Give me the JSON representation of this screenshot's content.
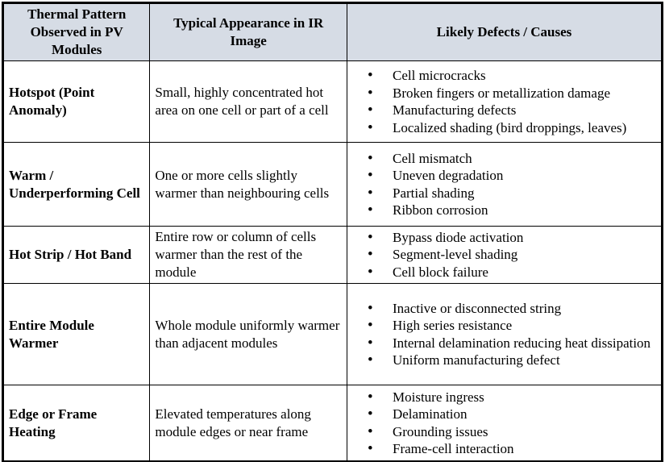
{
  "colors": {
    "header_bg": "#D6DCE5",
    "border": "#000000",
    "text": "#000000"
  },
  "table": {
    "columns": [
      "Thermal Pattern Observed in PV Modules",
      "Typical Appearance in IR Image",
      "Likely Defects / Causes"
    ],
    "rows": [
      {
        "pattern": "Hotspot (Point Anomaly)",
        "appearance": "Small, highly concentrated hot area on one cell or part of a cell",
        "causes": [
          "Cell microcracks",
          "Broken fingers or metallization damage",
          "Manufacturing defects",
          "Localized shading (bird droppings, leaves)"
        ]
      },
      {
        "pattern": "Warm / Underperforming Cell",
        "appearance": "One or more cells slightly warmer than neighbouring cells",
        "causes": [
          "Cell mismatch",
          "Uneven degradation",
          "Partial shading",
          "Ribbon corrosion"
        ]
      },
      {
        "pattern": "Hot Strip / Hot Band",
        "appearance": "Entire row or column of cells warmer than the rest of the module",
        "causes": [
          "Bypass diode activation",
          "Segment-level shading",
          "Cell block failure"
        ]
      },
      {
        "pattern": "Entire Module Warmer",
        "appearance": "Whole module uniformly warmer than adjacent modules",
        "causes": [
          "Inactive or disconnected string",
          "High series resistance",
          "Internal delamination reducing heat dissipation",
          "Uniform manufacturing defect"
        ]
      },
      {
        "pattern": "Edge or Frame Heating",
        "appearance": "Elevated temperatures along module edges or near frame",
        "causes": [
          "Moisture ingress",
          "Delamination",
          "Grounding issues",
          "Frame-cell interaction"
        ]
      }
    ]
  }
}
